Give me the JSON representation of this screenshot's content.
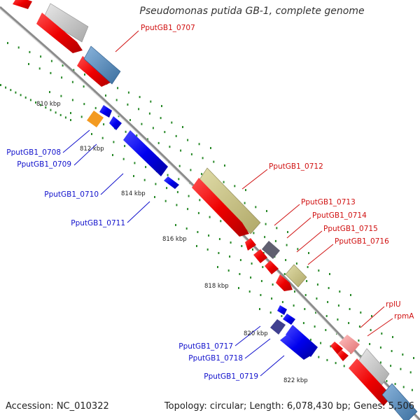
{
  "title": "Pseudomonas putida GB-1, complete genome",
  "accession": "Accession: NC_010322",
  "summary": "Topology: circular; Length: 6,078,430 bp; Genes: 5,506",
  "colors": {
    "backbone": "#8c8c8c",
    "tick": "#2a8a2a",
    "forward_label": "#d01010",
    "reverse_label": "#1010cc"
  },
  "ticks": [
    "810 kbp",
    "812 kbp",
    "814 kbp",
    "816 kbp",
    "818 kbp",
    "820 kbp",
    "822 kbp"
  ],
  "forward_labels": [
    "PputGB1_0707",
    "PputGB1_0712",
    "PputGB1_0713",
    "PputGB1_0714",
    "PputGB1_0715",
    "PputGB1_0716",
    "rplU",
    "rpmA"
  ],
  "reverse_labels": [
    "PputGB1_0708",
    "PputGB1_0709",
    "PputGB1_0710",
    "PputGB1_0711",
    "PputGB1_0717",
    "PputGB1_0718",
    "PputGB1_0719"
  ]
}
